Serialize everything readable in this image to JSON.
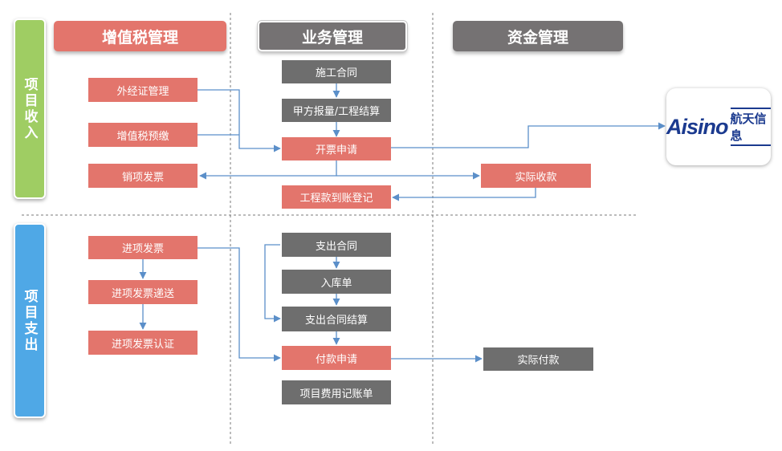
{
  "headers": {
    "vat": "增值税管理",
    "business": "业务管理",
    "funds": "资金管理"
  },
  "sections": {
    "income": "项目收入",
    "expense": "项目支出"
  },
  "income_nodes": {
    "outbound_cert": "外经证管理",
    "vat_prepay": "增值税预缴",
    "sales_invoice": "销项发票",
    "construction_contract": "施工合同",
    "owner_settlement": "甲方报量/工程结算",
    "invoice_request": "开票申请",
    "payment_registration": "工程款到账登记",
    "actual_receipt": "实际收款"
  },
  "expense_nodes": {
    "input_invoice": "进项发票",
    "input_invoice_delivery": "进项发票递送",
    "input_invoice_certification": "进项发票认证",
    "expense_contract": "支出合同",
    "warehouse_receipt": "入库单",
    "expense_contract_settlement": "支出合同结算",
    "payment_request": "付款申请",
    "expense_booking": "项目费用记账单",
    "actual_payment": "实际付款"
  },
  "logo": {
    "brand": "Aisino",
    "name_cn": "航天信息"
  },
  "colors": {
    "red": "#e3756c",
    "gray": "#6e6e6e",
    "green": "#9fcd63",
    "blue": "#4fa8e6",
    "arrow": "#5b8fc9"
  }
}
